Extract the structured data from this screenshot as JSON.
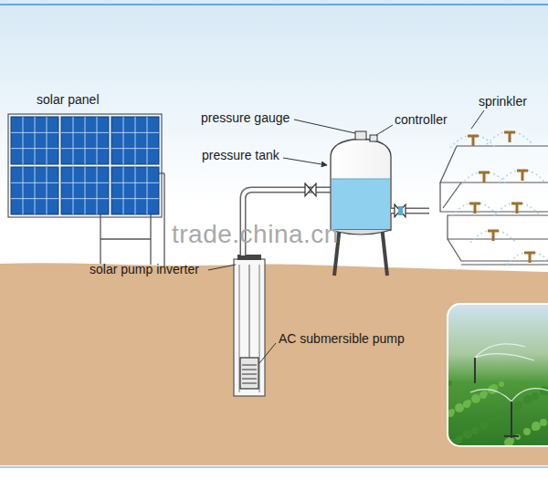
{
  "diagram": {
    "labels": [
      "solar panel",
      "pressure gauge",
      "controller",
      "pressure tank",
      "sprinkler",
      "trade.china.cn",
      "solar pump inverter",
      "AC submersible pump"
    ]
  }
}
